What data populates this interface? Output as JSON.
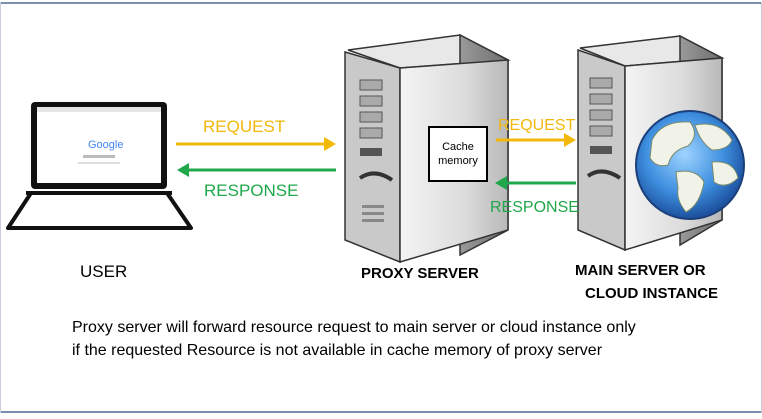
{
  "diagram": {
    "arrows": {
      "request_left": "REQUEST",
      "response_left": "RESPONSE",
      "request_right": "REQUEST",
      "response_right": "RESPONSE"
    },
    "nodes": {
      "user": "USER",
      "proxy": "PROXY SERVER",
      "main_line1": "MAIN SERVER OR",
      "main_line2": "CLOUD INSTANCE",
      "cache_line1": "Cache",
      "cache_line2": "memory"
    },
    "laptop_screen": {
      "logo": "Google"
    },
    "caption": {
      "line1": "Proxy server will forward resource request to main server or cloud instance only",
      "line2": "if the requested Resource is not available in cache memory of proxy server"
    },
    "colors": {
      "request": "#f2b80a",
      "response": "#1fa84a",
      "border": "#7d8fb0"
    }
  }
}
